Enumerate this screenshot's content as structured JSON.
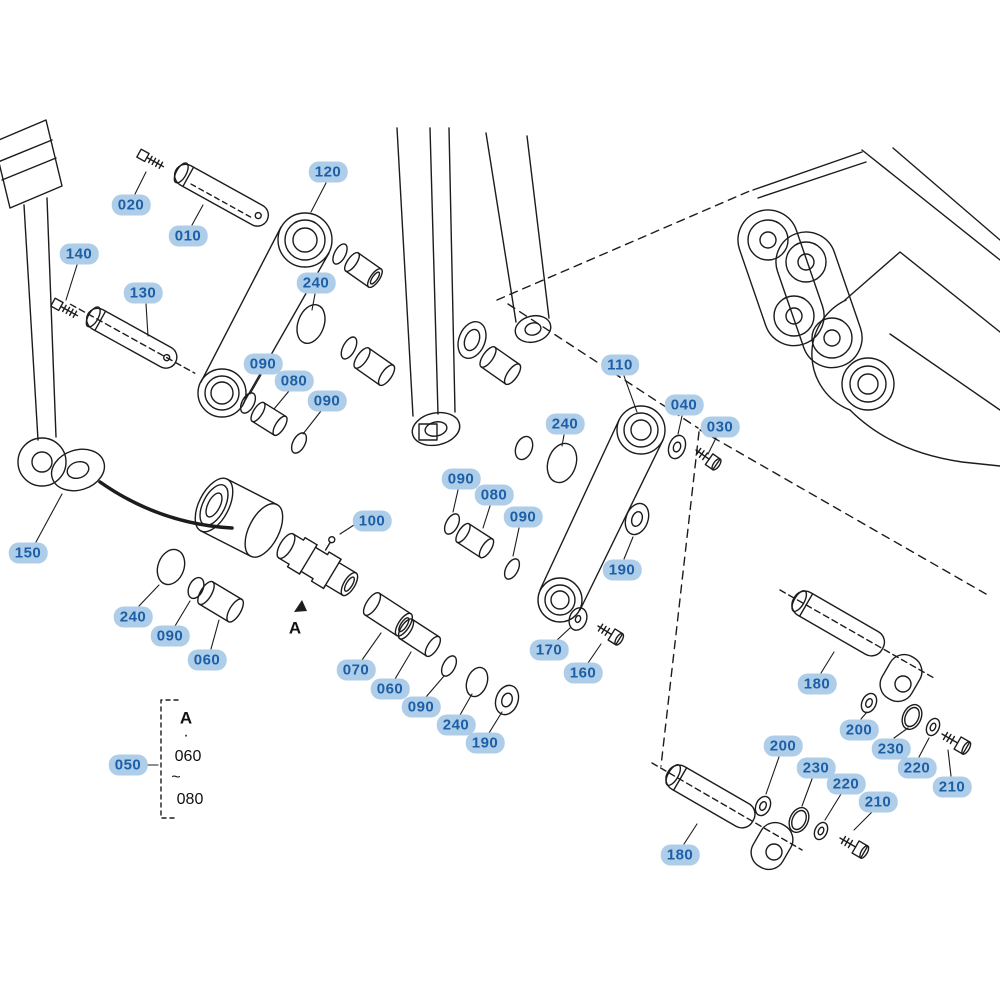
{
  "colors": {
    "background": "#ffffff",
    "label_bg": "#aecde9",
    "label_text": "#1d5fa6",
    "line_art": "#1c1c1c"
  },
  "diagram": {
    "kind": "exploded-parts-diagram",
    "refs": [
      {
        "text": "020"
      },
      {
        "text": "010"
      },
      {
        "text": "120"
      },
      {
        "text": "140"
      },
      {
        "text": "130"
      },
      {
        "text": "240"
      },
      {
        "text": "090"
      },
      {
        "text": "080"
      },
      {
        "text": "090"
      },
      {
        "text": "110"
      },
      {
        "text": "040"
      },
      {
        "text": "030"
      },
      {
        "text": "240"
      },
      {
        "text": "090"
      },
      {
        "text": "080"
      },
      {
        "text": "090"
      },
      {
        "text": "100"
      },
      {
        "text": "150"
      },
      {
        "text": "240"
      },
      {
        "text": "090"
      },
      {
        "text": "060"
      },
      {
        "text": "190"
      },
      {
        "text": "170"
      },
      {
        "text": "160"
      },
      {
        "text": "070"
      },
      {
        "text": "060"
      },
      {
        "text": "090"
      },
      {
        "text": "240"
      },
      {
        "text": "190"
      },
      {
        "text": "180"
      },
      {
        "text": "200"
      },
      {
        "text": "230"
      },
      {
        "text": "220"
      },
      {
        "text": "210"
      },
      {
        "text": "200"
      },
      {
        "text": "230"
      },
      {
        "text": "220"
      },
      {
        "text": "210"
      },
      {
        "text": "180"
      },
      {
        "text": "050"
      }
    ],
    "section_marker": "A",
    "legend": {
      "marker": "A",
      "separator": "·",
      "range_start": "060",
      "range_symbol": "~",
      "range_end": "080"
    }
  }
}
